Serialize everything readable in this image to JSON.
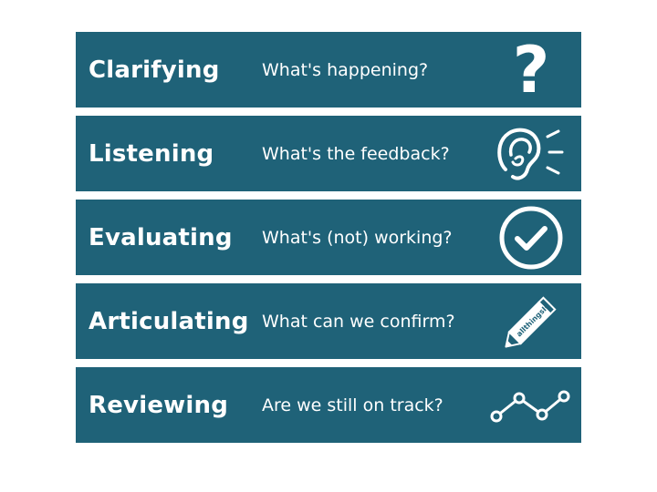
{
  "colors": {
    "band": "#1f6278",
    "text": "#ffffff",
    "background": "#ffffff"
  },
  "rows": [
    {
      "term": "Clarifying",
      "question": "What's happening?",
      "icon": "question-mark-icon"
    },
    {
      "term": "Listening",
      "question": "What's the feedback?",
      "icon": "ear-icon"
    },
    {
      "term": "Evaluating",
      "question": "What's (not) working?",
      "icon": "checkmark-circle-icon"
    },
    {
      "term": "Articulating",
      "question": "What can we confirm?",
      "icon": "pencil-icon"
    },
    {
      "term": "Reviewing",
      "question": "Are we still on track?",
      "icon": "trend-line-icon"
    }
  ],
  "icons": {
    "question_mark_glyph": "?",
    "pencil_label": "allthingsIC"
  }
}
